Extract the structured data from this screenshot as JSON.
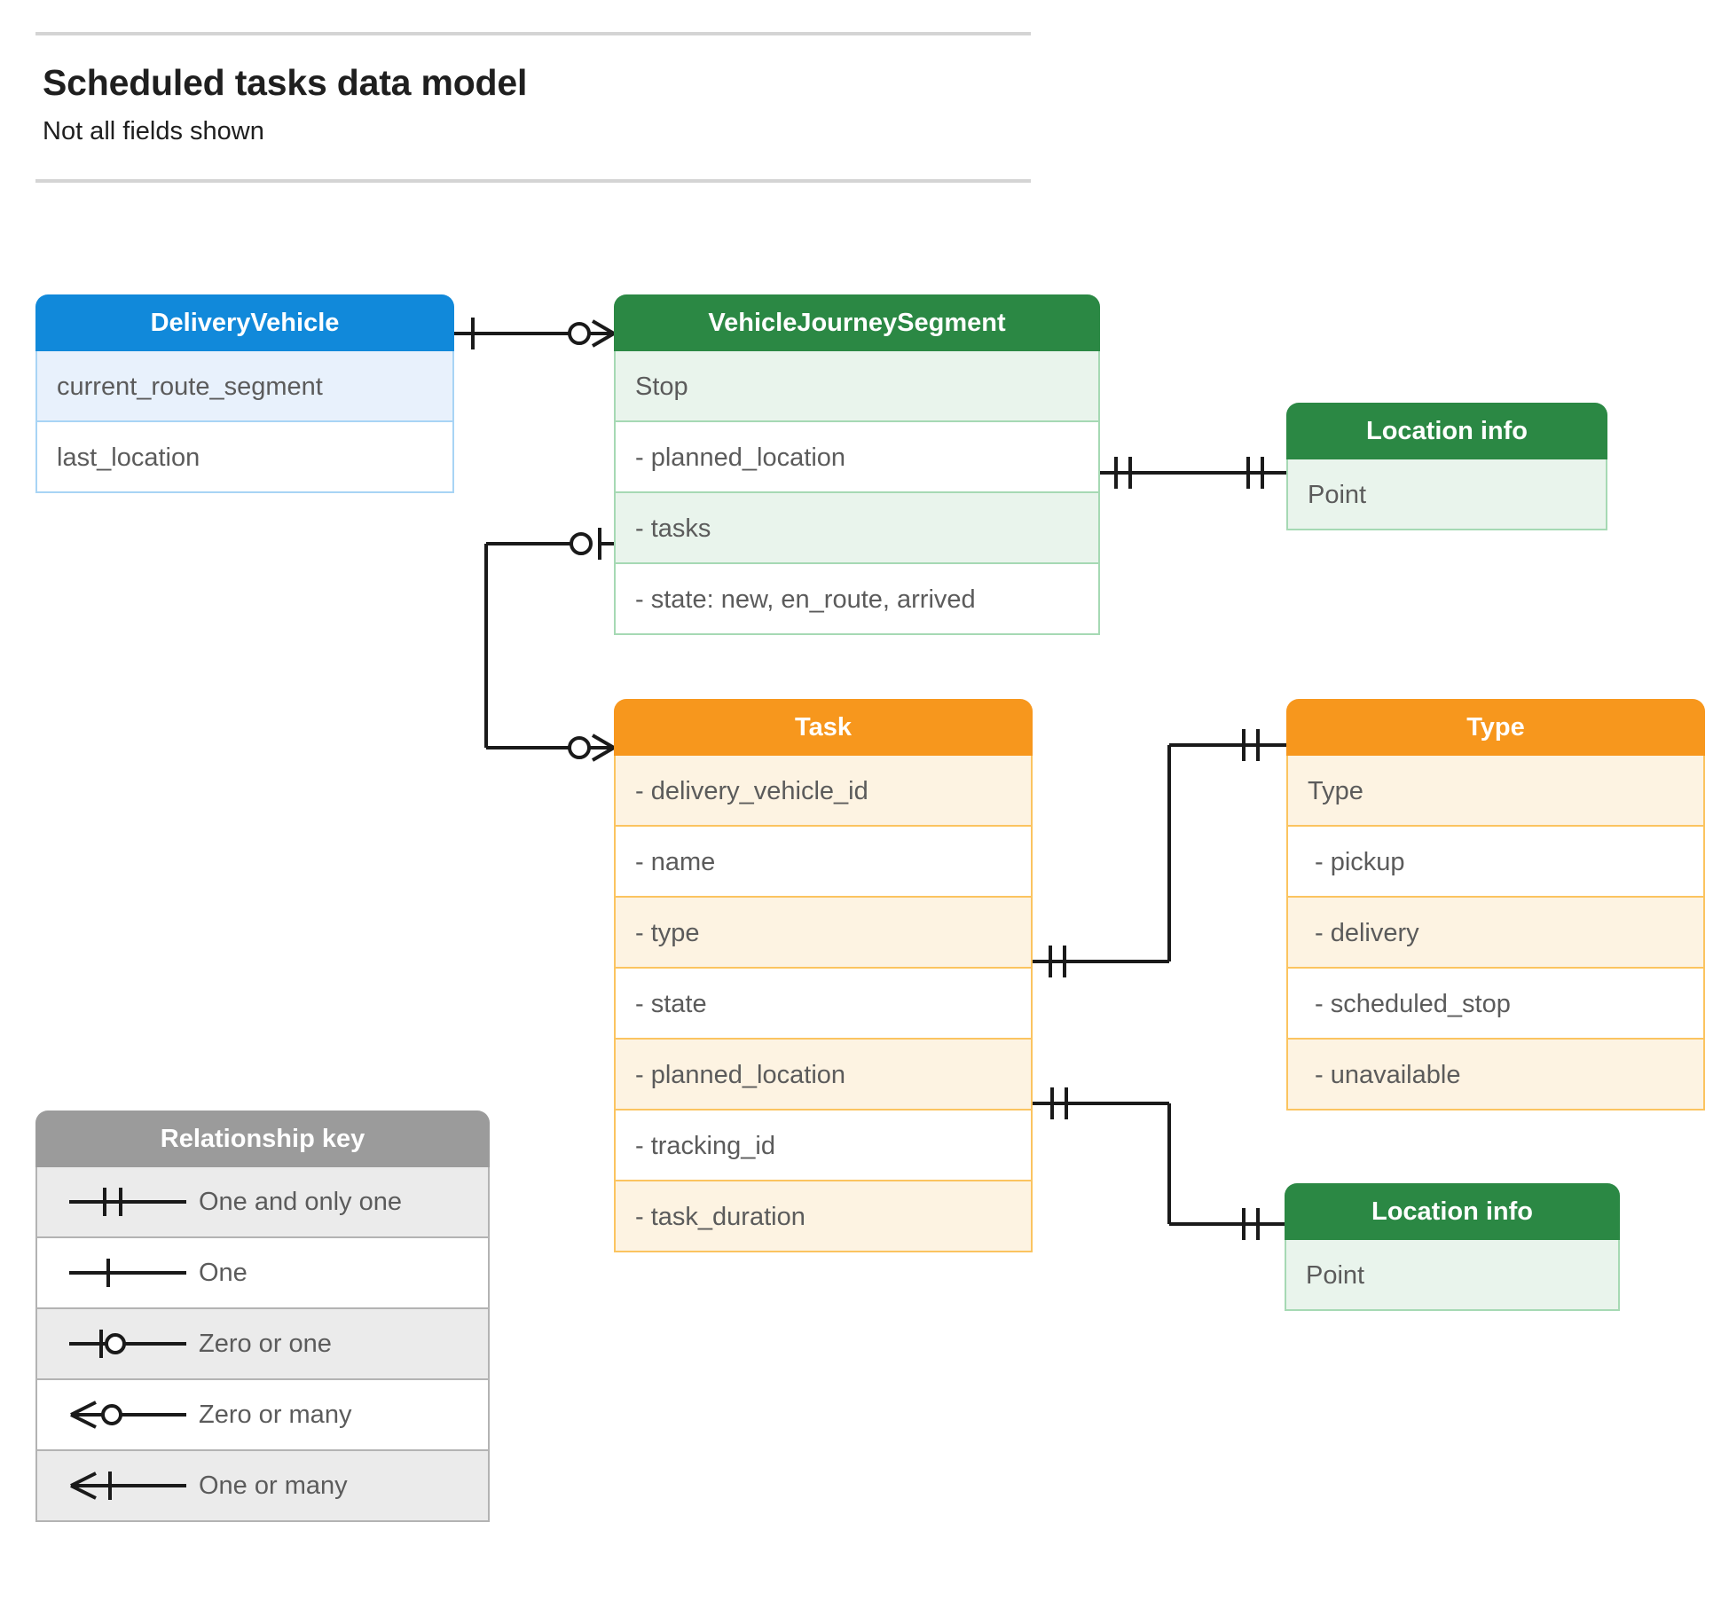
{
  "header": {
    "title": "Scheduled tasks data model",
    "subtitle": "Not all fields shown"
  },
  "colors": {
    "blue_header": "#1189da",
    "blue_row": "#e8f1fc",
    "blue_border": "#a8d4f5",
    "green_header": "#2b8844",
    "green_row": "#e9f4ec",
    "green_border": "#a6d9b4",
    "orange_header": "#f7971d",
    "orange_row": "#fdf3e2",
    "orange_border": "#fbc460",
    "gray_header": "#9b9b9b",
    "gray_row": "#ebebeb",
    "gray_border": "#b3b3b3",
    "text": "#5b5b5b",
    "line": "#1a1a1a"
  },
  "entities": {
    "delivery_vehicle": {
      "title": "DeliveryVehicle",
      "rows": [
        "current_route_segment",
        "last_location"
      ]
    },
    "vehicle_journey_segment": {
      "title": "VehicleJourneySegment",
      "rows": [
        "Stop",
        "-  planned_location",
        "- tasks",
        "- state: new, en_route, arrived"
      ]
    },
    "location_info_top": {
      "title": "Location info",
      "rows": [
        "Point"
      ]
    },
    "task": {
      "title": "Task",
      "rows": [
        "- delivery_vehicle_id",
        "- name",
        "- type",
        "- state",
        "- planned_location",
        "- tracking_id",
        "- task_duration"
      ]
    },
    "type": {
      "title": "Type",
      "rows": [
        "Type",
        "-   pickup",
        "-   delivery",
        "-   scheduled_stop",
        "-   unavailable"
      ]
    },
    "location_info_bottom": {
      "title": "Location info",
      "rows": [
        "Point"
      ]
    }
  },
  "legend": {
    "title": "Relationship key",
    "items": [
      {
        "symbol": "one-and-only-one",
        "label": "One and only one"
      },
      {
        "symbol": "one",
        "label": "One"
      },
      {
        "symbol": "zero-or-one",
        "label": "Zero or one"
      },
      {
        "symbol": "zero-or-many",
        "label": "Zero or many"
      },
      {
        "symbol": "one-or-many",
        "label": "One or many"
      }
    ]
  },
  "relationships": [
    {
      "from": "DeliveryVehicle",
      "from_cardinality": "one",
      "to": "VehicleJourneySegment",
      "to_cardinality": "zero-or-many"
    },
    {
      "from": "VehicleJourneySegment.planned_location",
      "from_cardinality": "one-and-only-one",
      "to": "Location info",
      "to_cardinality": "one-and-only-one"
    },
    {
      "from": "VehicleJourneySegment.tasks",
      "from_cardinality": "zero-or-one",
      "to": "Task",
      "to_cardinality": "zero-or-many"
    },
    {
      "from": "Task.type",
      "from_cardinality": "one-and-only-one",
      "to": "Type",
      "to_cardinality": "one-and-only-one"
    },
    {
      "from": "Task.planned_location",
      "from_cardinality": "one-and-only-one",
      "to": "Location info",
      "to_cardinality": "one-and-only-one"
    }
  ]
}
